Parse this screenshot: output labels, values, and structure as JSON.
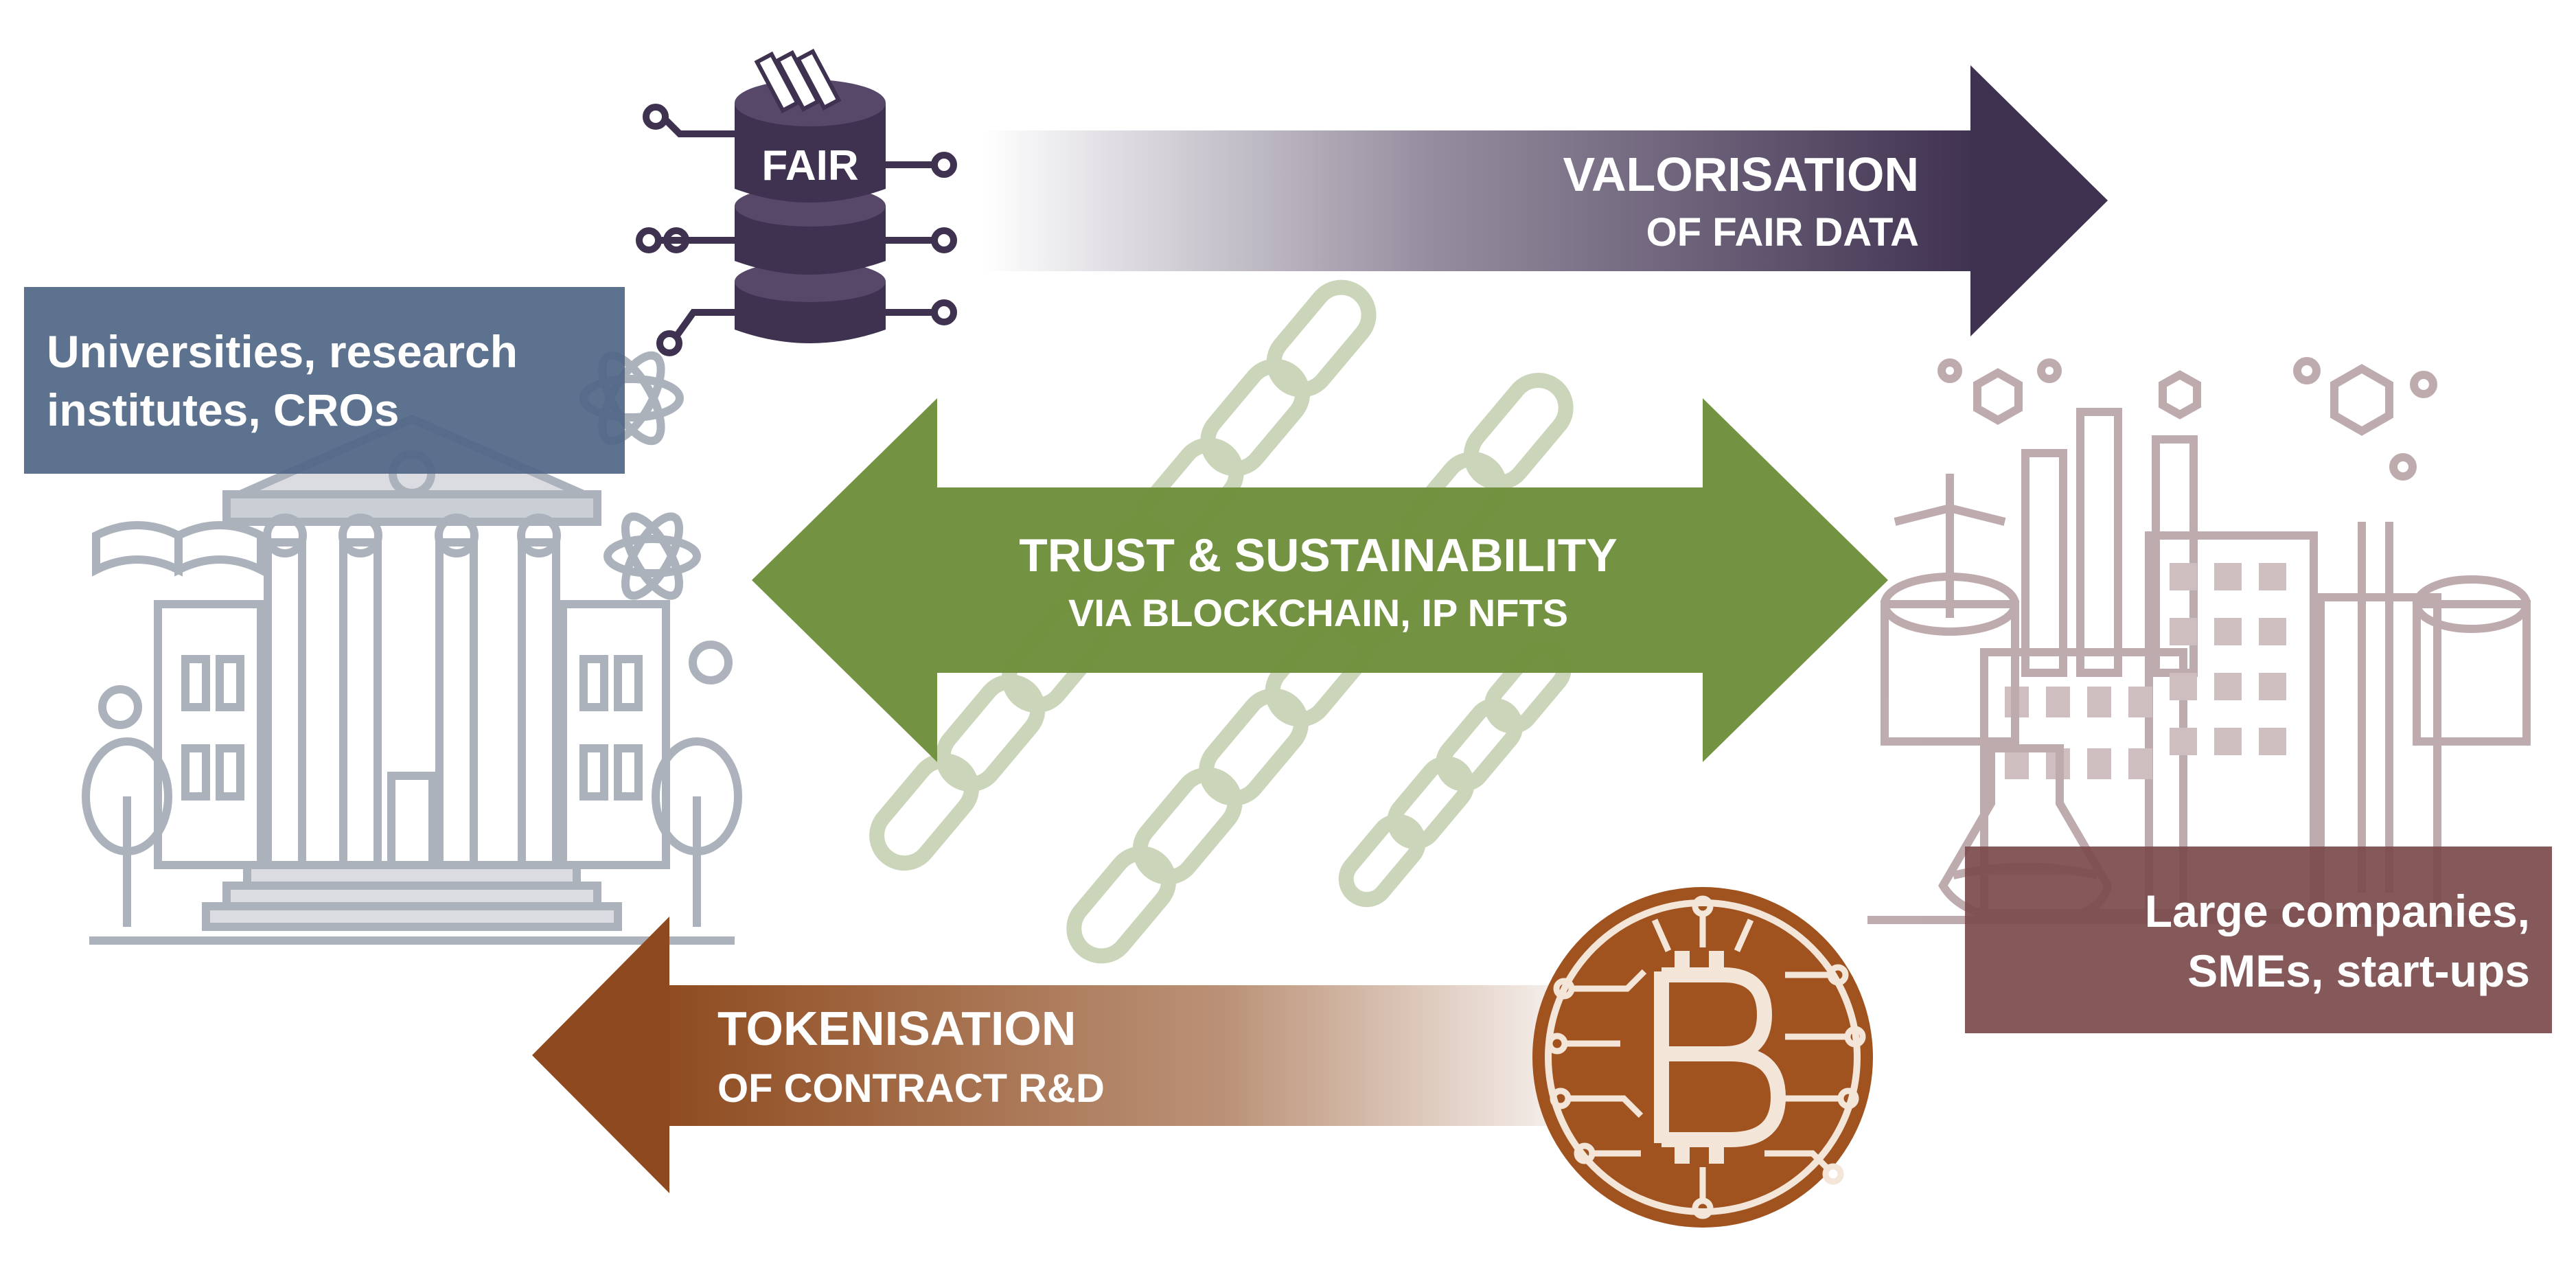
{
  "fair_icon": {
    "label": "FAIR"
  },
  "arrow_top": {
    "line1": "VALORISATION",
    "line2": "OF FAIR DATA"
  },
  "arrow_middle": {
    "line1": "TRUST & SUSTAINABILITY",
    "line2": "VIA BLOCKCHAIN, IP NFTS"
  },
  "arrow_bottom": {
    "line1": "TOKENISATION",
    "line2": "OF CONTRACT R&D"
  },
  "box_left": {
    "line1": "Universities, research",
    "line2": "institutes, CROs"
  },
  "box_right": {
    "line1": "Large companies,",
    "line2": "SMEs, start-ups"
  },
  "colors": {
    "purple": "#3f3150",
    "green": "#6f8f3c",
    "brown": "#8e4a1e",
    "blue_box": "#4f6685",
    "red_box": "#7c4b4e",
    "chain": "#c8d3b7",
    "university": "#a4aab5",
    "factory": "#b7a3a6"
  },
  "icons": [
    "database-fair-icon",
    "university-building-icon",
    "factory-icon",
    "bitcoin-coin-icon",
    "chain-links-icon"
  ]
}
